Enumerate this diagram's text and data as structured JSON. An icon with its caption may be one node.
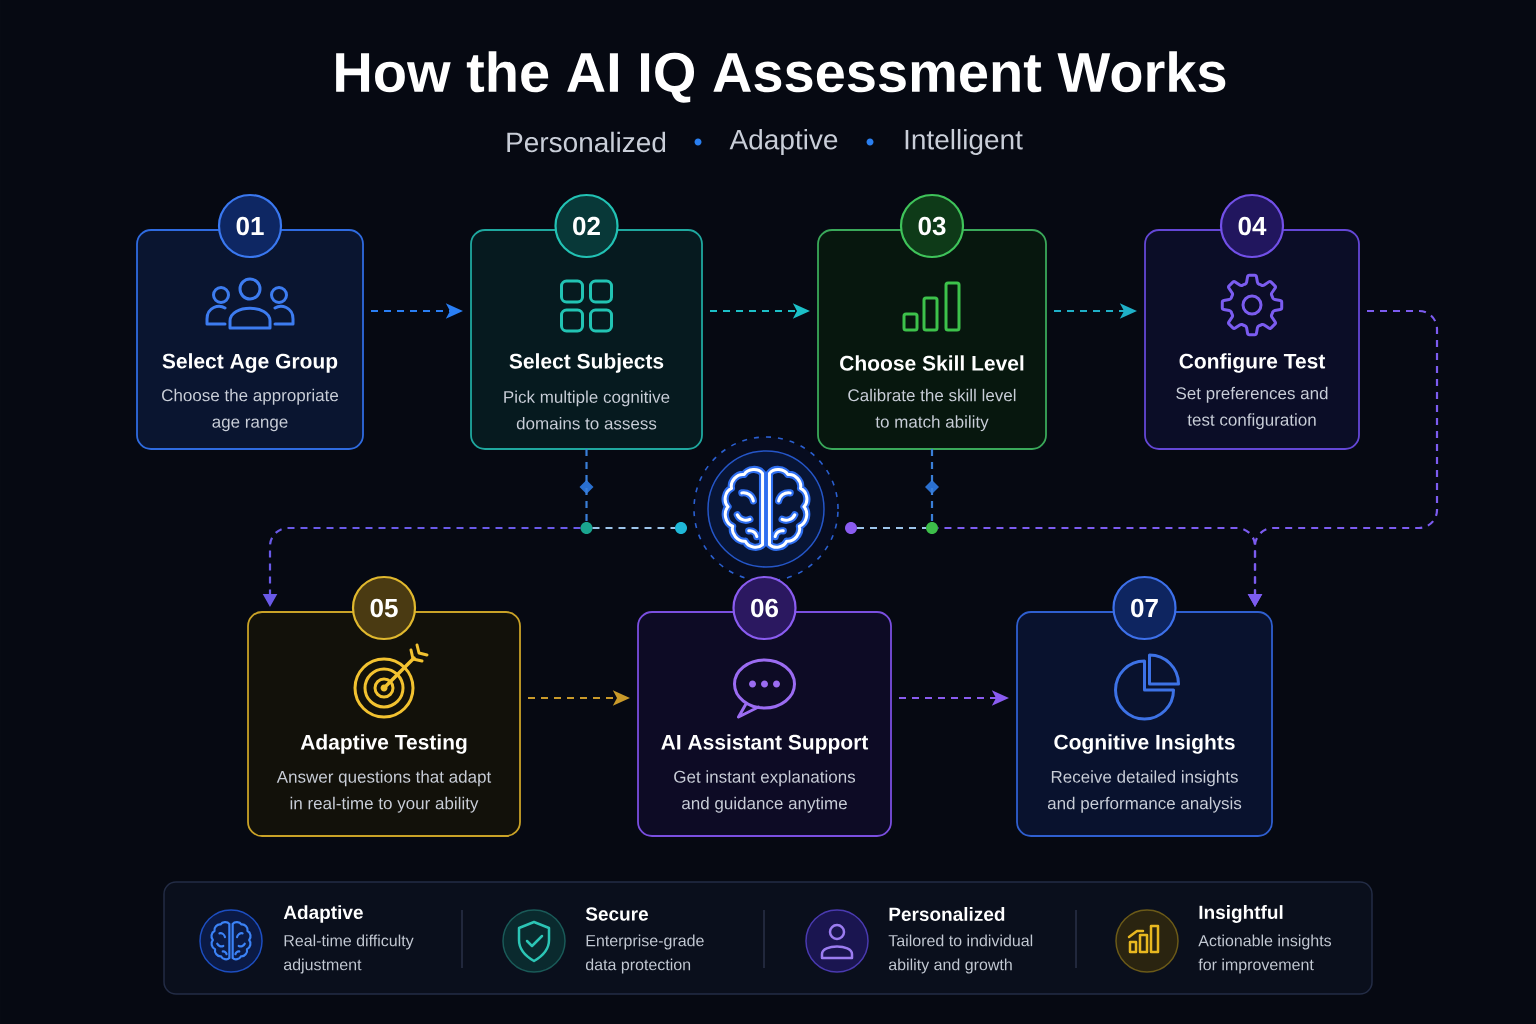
{
  "diagram": {
    "title": "How the AI IQ Assessment Works",
    "nodes": [
      {
        "text": [
          "01",
          "Select Age Group",
          "Choose the appropriate age range"
        ]
      },
      {
        "text": [
          "02",
          "Select Subjects",
          "Pick multiple cognitive domains to assess"
        ]
      },
      {
        "text": [
          "03",
          "Choose Skill Level",
          "Calibrate the skill level to match ability"
        ]
      },
      {
        "text": [
          "04",
          "Configure Test",
          "Set preferences and test configuration"
        ]
      },
      {
        "text": [],
        "shape": "circle"
      },
      {
        "text": [],
        "shape": "circle"
      },
      {
        "text": [],
        "shape": "circle"
      },
      {
        "text": [],
        "shape": "circle"
      },
      {
        "text": [],
        "shape": "circle"
      },
      {
        "text": [
          "05",
          "Adaptive Testing",
          "Answer questions that adapt in real-time to your ability"
        ]
      },
      {
        "text": [
          "06",
          "AI Assistant Support",
          "Get instant explanations and guidance anytime"
        ]
      },
      {
        "text": [
          "07",
          "Cognitive Insights",
          "Receive detailed insights and performance analysis"
        ]
      },
      {
        "text": [
          "Adaptive",
          "Real-time difficulty adjustment",
          "Secure",
          "Enterprise-grade data protection",
          "Personalized",
          "Tailored to individual ability and growth",
          "Insightful",
          "Actionable insights for improvement"
        ]
      }
    ],
    "edges": [
      {
        "from": 0,
        "to": 1,
        "arrow": "to",
        "style": "dashed",
        "color": "#2a7ff5"
      },
      {
        "from": 1,
        "to": 2,
        "arrow": "to",
        "style": "dashed",
        "color": "#1cc0c8"
      },
      {
        "from": 2,
        "to": 3,
        "arrow": "to",
        "style": "dashed",
        "color": "#1fb0c8"
      },
      {
        "from": 3,
        "to": 11,
        "arrow": "to",
        "style": "dashed",
        "color": "#7c5cf0"
      },
      {
        "from": 1,
        "to": 4,
        "arrow": "none",
        "style": "dashed",
        "color": "#3a7fd8"
      },
      {
        "from": 4,
        "to": 5,
        "arrow": "none",
        "style": "dashed",
        "color": "#9cc4ea"
      },
      {
        "from": 4,
        "to": 9,
        "arrow": "to",
        "style": "dashed",
        "color": "#6a5ae8"
      },
      {
        "from": 2,
        "to": 8,
        "arrow": "none",
        "style": "dashed",
        "color": "#3a7fd8"
      },
      {
        "from": 7,
        "to": 8,
        "arrow": "none",
        "style": "dashed",
        "color": "#9cc4ea"
      },
      {
        "from": 8,
        "to": 11,
        "arrow": "to",
        "style": "dashed",
        "color": "#7c5cf0"
      },
      {
        "from": 9,
        "to": 10,
        "arrow": "to",
        "style": "dashed",
        "color": "#c99a2a"
      },
      {
        "from": 10,
        "to": 11,
        "arrow": "to",
        "style": "dashed",
        "color": "#8a5cf0"
      }
    ],
    "labels": [
      "Personalized",
      "Adaptive",
      "Intelligent"
    ]
  }
}
